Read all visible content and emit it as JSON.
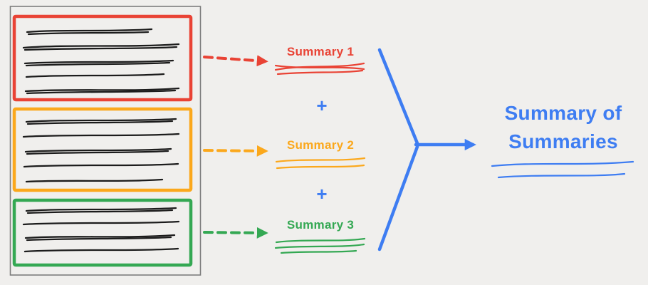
{
  "diagram": {
    "title_semantics": "map-reduce summarization flow",
    "summaries": [
      {
        "label": "Summary 1",
        "color": "#e94335"
      },
      {
        "label": "Summary 2",
        "color": "#fba81c"
      },
      {
        "label": "Summary 3",
        "color": "#34a853"
      }
    ],
    "plus_sign": "+",
    "final_summary": {
      "line1": "Summary of",
      "line2": "Summaries",
      "color": "#3e7df2"
    }
  },
  "colors": {
    "background": "#f0efed",
    "document_border": "#7d7d7d",
    "text_ink": "#1c1c1c",
    "chunk1": "#e94335",
    "chunk2": "#fba81c",
    "chunk3": "#34a853",
    "accent_blue": "#3e7df2"
  }
}
